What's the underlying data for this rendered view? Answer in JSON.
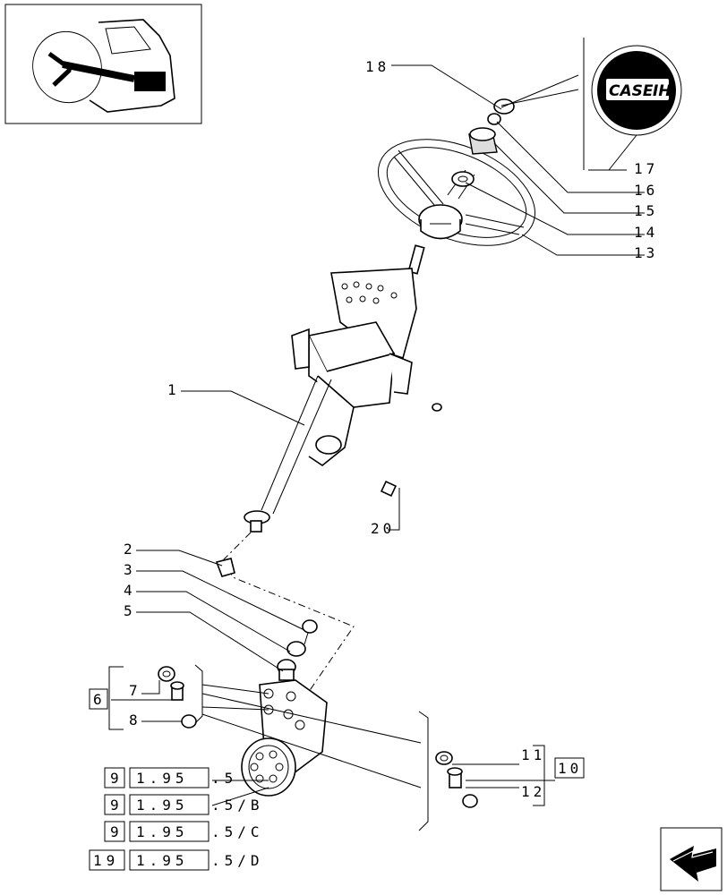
{
  "callouts": {
    "c1": "1",
    "c2": "2",
    "c3": "3",
    "c4": "4",
    "c5": "5",
    "c6": "6",
    "c7": "7",
    "c8": "8",
    "c10": "10",
    "c11": "11",
    "c12": "12",
    "c13": "13",
    "c14": "14",
    "c15": "15",
    "c16": "16",
    "c17": "17",
    "c18": "18",
    "c20": "20"
  },
  "logo": {
    "brand": "CASE",
    "mark": "IH"
  },
  "references": [
    {
      "a": "9",
      "b": "1.95",
      "c": ".5"
    },
    {
      "a": "9",
      "b": "1.95",
      "c": ".5/B"
    },
    {
      "a": "9",
      "b": "1.95",
      "c": ".5/C"
    },
    {
      "a": "19",
      "b": "1.95",
      "c": ".5/D"
    }
  ],
  "colors": {
    "line": "#000000",
    "background": "#ffffff",
    "logo_fill": "#000000"
  },
  "icons": {
    "thumbnail": "tractor-cab-steering-thumbnail-icon",
    "nav": "next-page-arrow-icon"
  }
}
